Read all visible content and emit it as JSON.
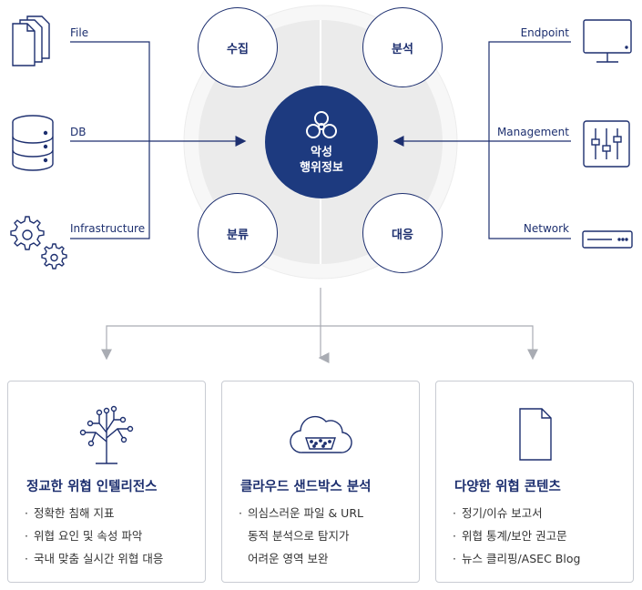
{
  "left_sources": {
    "file": "File",
    "db": "DB",
    "infrastructure": "Infrastructure"
  },
  "right_sources": {
    "endpoint": "Endpoint",
    "management": "Management",
    "network": "Network"
  },
  "center": {
    "line1": "악성",
    "line2": "행위정보"
  },
  "nodes": {
    "collect": "수집",
    "analyze": "분석",
    "classify": "분류",
    "respond": "대응"
  },
  "cards": [
    {
      "title": "정교한 위협 인텔리전스",
      "items": [
        "정확한 침해 지표",
        "위협 요인 및 속성 파악",
        "국내  맞춤 실시간 위협 대응"
      ]
    },
    {
      "title": "클라우드 샌드박스 분석",
      "items": [
        "의심스러운 파일 & URL",
        "동적 분석으로 탐지가",
        "어려운 영역 보완"
      ]
    },
    {
      "title": "다양한 위협 콘텐츠",
      "items": [
        "정기/이슈 보고서",
        "위협 통계/보안 권고문",
        "뉴스 클리핑/ASEC Blog"
      ]
    }
  ],
  "colors": {
    "navy": "#1d2f6f",
    "center_fill": "#1d3a7f",
    "line_gray": "#b5b8bf",
    "bg_ring": "#ececec"
  }
}
